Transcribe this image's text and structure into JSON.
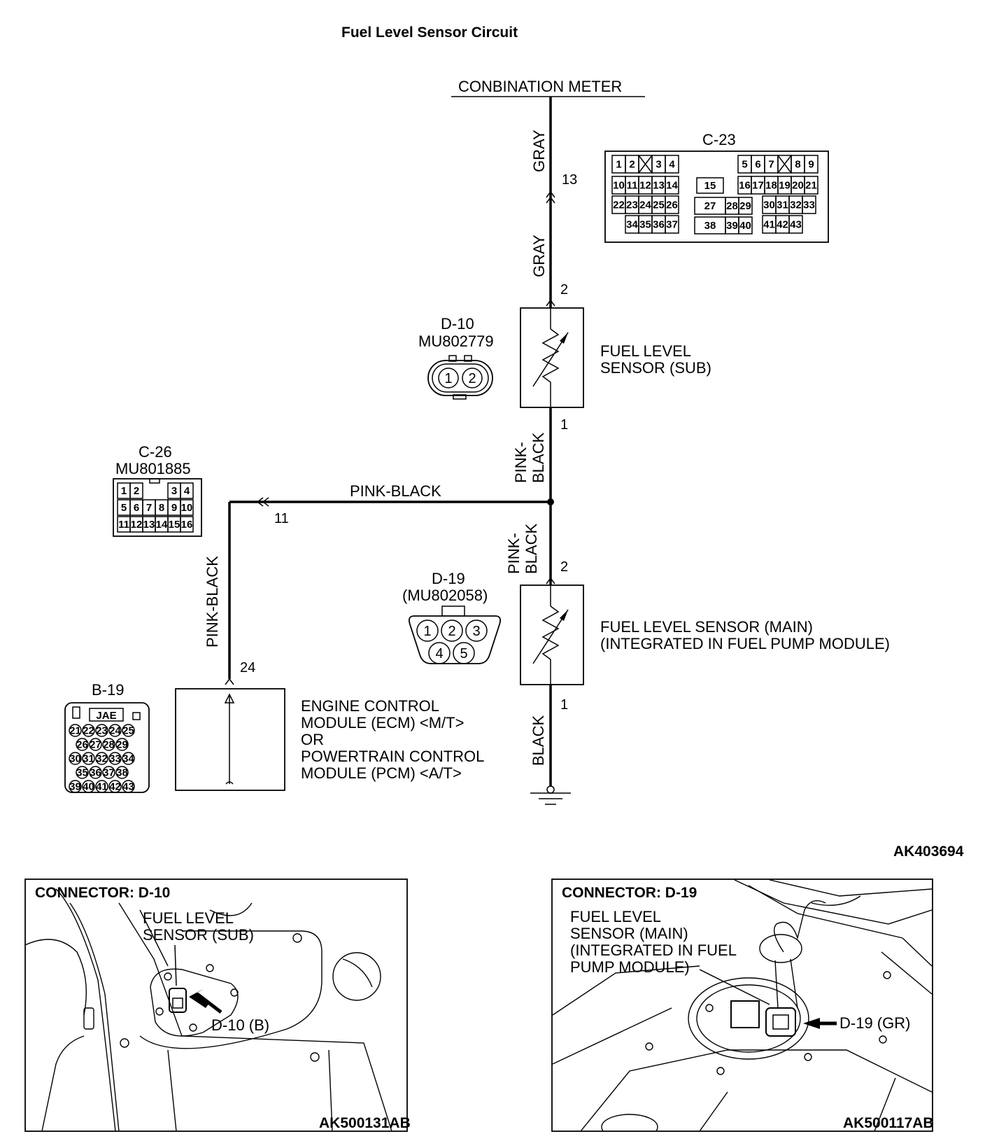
{
  "title": "Fuel Level Sensor Circuit",
  "figure_code": "AK403694",
  "combination_meter": "CONBINATION METER",
  "wires": {
    "gray_top": "GRAY",
    "gray_mid": "GRAY",
    "pink_black_upper_l1": "PINK-",
    "pink_black_upper_l2": "BLACK",
    "pink_black_lower_l1": "PINK-",
    "pink_black_lower_l2": "BLACK",
    "pink_black_horizontal": "PINK-BLACK",
    "pink_black_vertical": "PINK-BLACK",
    "black": "BLACK"
  },
  "pins": {
    "p13": "13",
    "p2_sub": "2",
    "p1_sub": "1",
    "p11": "11",
    "p2_main": "2",
    "p1_main": "1",
    "p24": "24"
  },
  "connectors": {
    "c23": {
      "name": "C-23"
    },
    "d10": {
      "name": "D-10",
      "part": "MU802779",
      "pins": [
        "1",
        "2"
      ]
    },
    "c26": {
      "name": "C-26",
      "part": "MU801885"
    },
    "d19": {
      "name": "D-19",
      "part": "(MU802058)",
      "pins": [
        "1",
        "2",
        "3",
        "4",
        "5"
      ]
    },
    "b19": {
      "name": "B-19",
      "brand": "JAE"
    }
  },
  "components": {
    "sub_sensor_l1": "FUEL LEVEL",
    "sub_sensor_l2": "SENSOR (SUB)",
    "main_sensor_l1": "FUEL LEVEL SENSOR (MAIN)",
    "main_sensor_l2": "(INTEGRATED IN FUEL PUMP MODULE)",
    "ecm_l1": "ENGINE CONTROL",
    "ecm_l2": "MODULE (ECM) <M/T>",
    "ecm_l3": "OR",
    "ecm_l4": "POWERTRAIN CONTROL",
    "ecm_l5": "MODULE (PCM) <A/T>"
  },
  "panels": {
    "left": {
      "title": "CONNECTOR: D-10",
      "label_l1": "FUEL LEVEL",
      "label_l2": "SENSOR (SUB)",
      "pointer": "D-10 (B)",
      "code": "AK500131AB"
    },
    "right": {
      "title": "CONNECTOR: D-19",
      "label_l1": "FUEL LEVEL",
      "label_l2": "SENSOR (MAIN)",
      "label_l3": "(INTEGRATED IN FUEL",
      "label_l4": "PUMP MODULE)",
      "pointer": "D-19 (GR)",
      "code": "AK500117AB"
    }
  }
}
